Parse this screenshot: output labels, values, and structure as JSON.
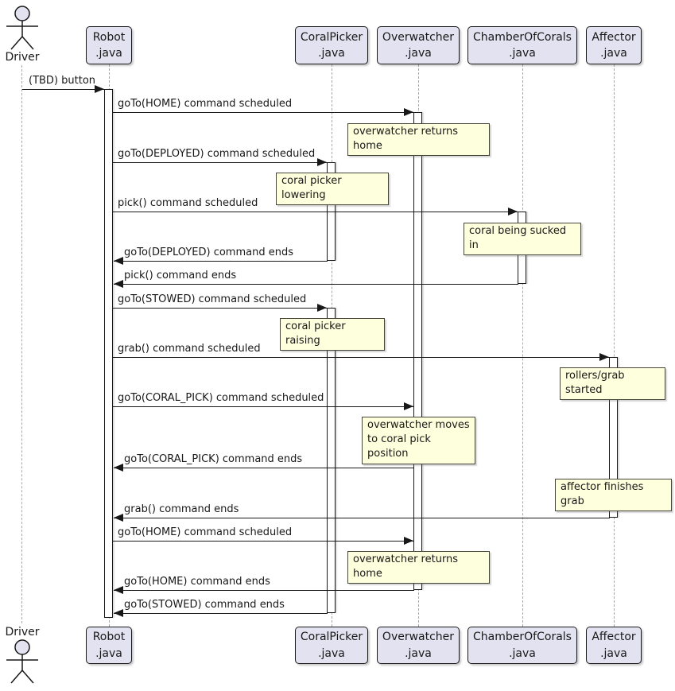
{
  "diagram": {
    "type": "uml-sequence",
    "actor": {
      "top_label": "Driver",
      "bottom_label": "Driver"
    },
    "participants": [
      {
        "id": "robot",
        "name": "Robot\n.java"
      },
      {
        "id": "coralpicker",
        "name": "CoralPicker\n.java"
      },
      {
        "id": "overwatcher",
        "name": "Overwatcher\n.java"
      },
      {
        "id": "chamberofcorals",
        "name": "ChamberOfCorals\n.java"
      },
      {
        "id": "affector",
        "name": "Affector\n.java"
      }
    ],
    "messages": [
      {
        "label": "(TBD) button",
        "from": "Driver",
        "to": "Robot"
      },
      {
        "label": "goTo(HOME) command scheduled",
        "from": "Robot",
        "to": "Overwatcher"
      },
      {
        "label": "goTo(DEPLOYED) command scheduled",
        "from": "Robot",
        "to": "CoralPicker"
      },
      {
        "label": "pick() command scheduled",
        "from": "Robot",
        "to": "ChamberOfCorals"
      },
      {
        "label": "goTo(DEPLOYED) command ends",
        "from": "CoralPicker",
        "to": "Robot"
      },
      {
        "label": "pick() command ends",
        "from": "ChamberOfCorals",
        "to": "Robot"
      },
      {
        "label": "goTo(STOWED) command scheduled",
        "from": "Robot",
        "to": "CoralPicker"
      },
      {
        "label": "grab() command scheduled",
        "from": "Robot",
        "to": "Affector"
      },
      {
        "label": "goTo(CORAL_PICK) command scheduled",
        "from": "Robot",
        "to": "Overwatcher"
      },
      {
        "label": "goTo(CORAL_PICK) command ends",
        "from": "Overwatcher",
        "to": "Robot"
      },
      {
        "label": "grab() command ends",
        "from": "Affector",
        "to": "Robot"
      },
      {
        "label": "goTo(HOME) command scheduled",
        "from": "Robot",
        "to": "Overwatcher"
      },
      {
        "label": "goTo(HOME) command ends",
        "from": "Overwatcher",
        "to": "Robot"
      },
      {
        "label": "goTo(STOWED) command ends",
        "from": "CoralPicker",
        "to": "Robot"
      }
    ],
    "notes": [
      {
        "text": "overwatcher returns home",
        "over": "Overwatcher"
      },
      {
        "text": "coral picker lowering",
        "over": "CoralPicker"
      },
      {
        "text": "coral being sucked in",
        "over": "ChamberOfCorals"
      },
      {
        "text": "coral picker raising",
        "over": "CoralPicker"
      },
      {
        "text": "rollers/grab started",
        "over": "Affector"
      },
      {
        "text": "overwatcher moves\nto coral pick position",
        "over": "Overwatcher"
      },
      {
        "text": "affector finishes grab",
        "over": "Affector"
      },
      {
        "text": "overwatcher returns home",
        "over": "Overwatcher"
      }
    ],
    "colors": {
      "participant_fill": "#e2e2f0",
      "note_fill": "#feffdd",
      "border": "#181818",
      "lifeline": "#a8a8a8",
      "background": "#ffffff"
    }
  }
}
